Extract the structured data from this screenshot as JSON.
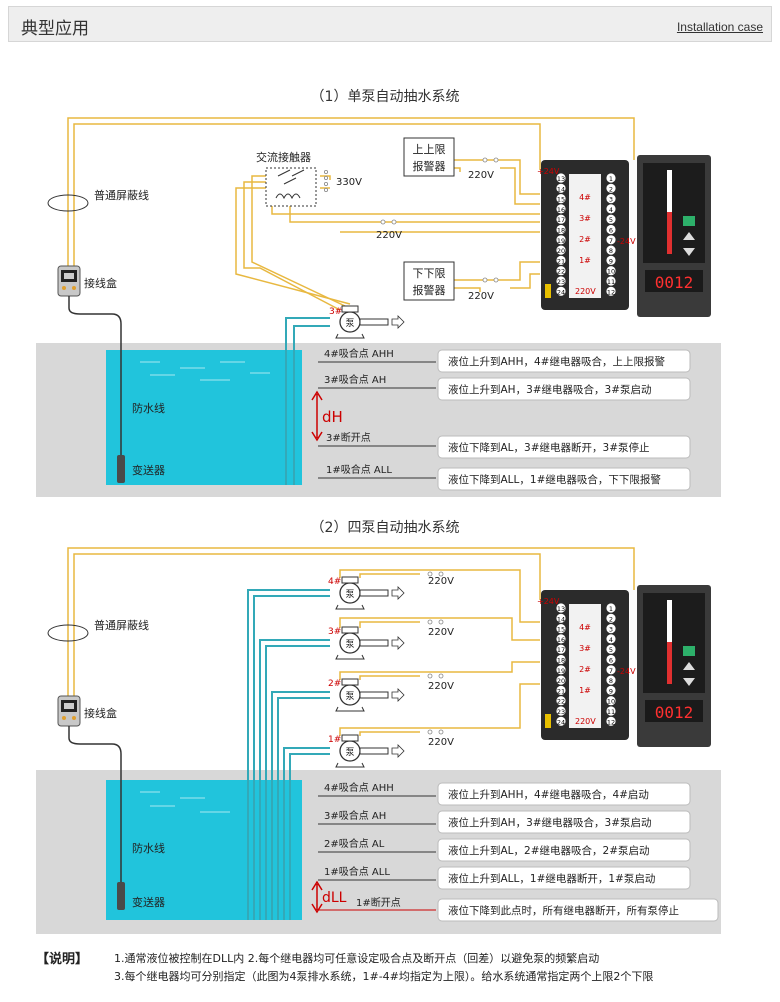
{
  "header": {
    "title": "典型应用",
    "link": "Installation case"
  },
  "d1": {
    "title": "（1）单泵自动抽水系统",
    "contactor": "交流接触器",
    "v330": "330V",
    "v220a": "220V",
    "v220b": "220V",
    "v220c": "220V",
    "upper_alarm_1": "上上限",
    "upper_alarm_2": "报警器",
    "lower_alarm_1": "下下限",
    "lower_alarm_2": "报警器",
    "cable": "普通屏蔽线",
    "junction": "接线盒",
    "waterproof": "防水线",
    "transmitter": "变送器",
    "pump": "泵",
    "pump_no": "3#",
    "level1": "4#吸合点  AHH",
    "level2": "3#吸合点  AH",
    "level3": "3#断开点",
    "level4": "1#吸合点  ALL",
    "dh": "dH",
    "msg1": "液位上升到AHH，4#继电器吸合，上上限报警",
    "msg2": "液位上升到AH，3#继电器吸合，3#泵启动",
    "msg3": "液位下降到AL，3#继电器断开，3#泵停止",
    "msg4": "液位下降到ALL，1#继电器吸合，下下限报警"
  },
  "d2": {
    "title": "（2）四泵自动抽水系统",
    "cable": "普通屏蔽线",
    "junction": "接线盒",
    "waterproof": "防水线",
    "transmitter": "变送器",
    "pump": "泵",
    "pumps": [
      "4#",
      "3#",
      "2#",
      "1#"
    ],
    "v220": "220V",
    "level1": "4#吸合点  AHH",
    "level2": "3#吸合点  AH",
    "level3": "2#吸合点  AL",
    "level4": "1#吸合点  ALL",
    "level5": "1#断开点",
    "dll": "dLL",
    "msg1": "液位上升到AHH，4#继电器吸合，4#启动",
    "msg2": "液位上升到AH，3#继电器吸合，3#泵启动",
    "msg3": "液位上升到AL，2#继电器吸合，2#泵启动",
    "msg4": "液位上升到ALL，1#继电器断开，1#泵启动",
    "msg5": "液位下降到此点时，所有继电器断开，所有泵停止"
  },
  "terminals": {
    "left": [
      "13",
      "14",
      "15",
      "16",
      "17",
      "18",
      "19",
      "20",
      "21",
      "22",
      "23",
      "24"
    ],
    "right": [
      "1",
      "2",
      "3",
      "4",
      "5",
      "6",
      "7",
      "8",
      "9",
      "10",
      "11",
      "12"
    ],
    "relays": [
      "4#",
      "3#",
      "2#",
      "1#"
    ],
    "plus24": "+24V",
    "minus24": "-24V",
    "ac220": "220V"
  },
  "display": "0012",
  "notes": {
    "label": "【说明】",
    "line1": "1.通常液位被控制在DLL内      2.每个继电器均可任意设定吸合点及断开点（回差）以避免泵的频繁启动",
    "line2": "3.每个继电器均可分别指定（此图为4泵排水系统，1#-4#均指定为上限）。给水系统通常指定两个上限2个下限"
  },
  "colors": {
    "wire": "#e8b840",
    "water": "#21c4dc",
    "pipe": "#33a9b8",
    "alarm": "#cc0000",
    "gray": "#d8d8d8"
  }
}
